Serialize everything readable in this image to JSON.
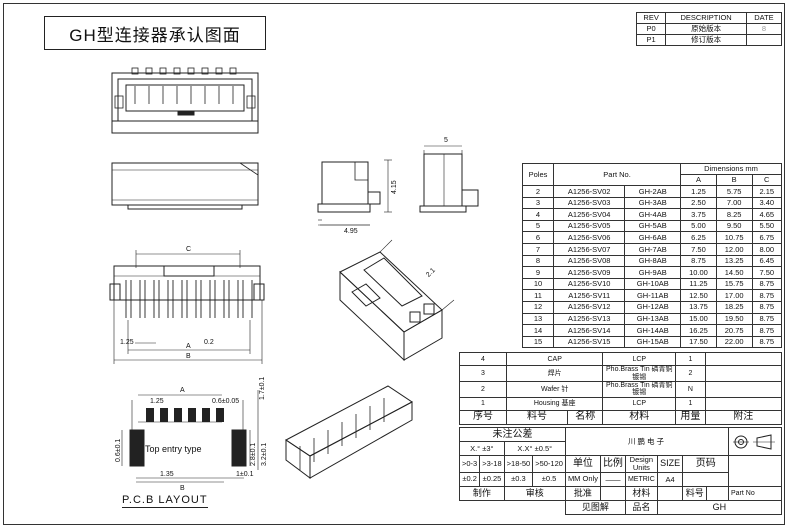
{
  "title": "GH型连接器承认图面",
  "revision": {
    "headers": [
      "REV",
      "DESCRIPTION",
      "DATE"
    ],
    "rows": [
      {
        "rev": "P0",
        "desc": "原始版本",
        "date": "8"
      },
      {
        "rev": "P1",
        "desc": "修订版本",
        "date": ""
      }
    ]
  },
  "dims_table": {
    "headers": {
      "poles": "Poles",
      "part": "Part No.",
      "dims": "Dimensions mm",
      "a": "A",
      "b": "B",
      "c": "C"
    },
    "rows": [
      {
        "poles": "2",
        "part": "A1256-SV02",
        "gh": "GH-2AB",
        "a": "1.25",
        "b": "5.75",
        "c": "2.15"
      },
      {
        "poles": "3",
        "part": "A1256-SV03",
        "gh": "GH-3AB",
        "a": "2.50",
        "b": "7.00",
        "c": "3.40"
      },
      {
        "poles": "4",
        "part": "A1256-SV04",
        "gh": "GH-4AB",
        "a": "3.75",
        "b": "8.25",
        "c": "4.65"
      },
      {
        "poles": "5",
        "part": "A1256-SV05",
        "gh": "GH-5AB",
        "a": "5.00",
        "b": "9.50",
        "c": "5.50"
      },
      {
        "poles": "6",
        "part": "A1256-SV06",
        "gh": "GH-6AB",
        "a": "6.25",
        "b": "10.75",
        "c": "6.75"
      },
      {
        "poles": "7",
        "part": "A1256-SV07",
        "gh": "GH-7AB",
        "a": "7.50",
        "b": "12.00",
        "c": "8.00"
      },
      {
        "poles": "8",
        "part": "A1256-SV08",
        "gh": "GH-8AB",
        "a": "8.75",
        "b": "13.25",
        "c": "6.45"
      },
      {
        "poles": "9",
        "part": "A1256-SV09",
        "gh": "GH-9AB",
        "a": "10.00",
        "b": "14.50",
        "c": "7.50"
      },
      {
        "poles": "10",
        "part": "A1256-SV10",
        "gh": "GH-10AB",
        "a": "11.25",
        "b": "15.75",
        "c": "8.75"
      },
      {
        "poles": "11",
        "part": "A1256-SV11",
        "gh": "GH-11AB",
        "a": "12.50",
        "b": "17.00",
        "c": "8.75"
      },
      {
        "poles": "12",
        "part": "A1256-SV12",
        "gh": "GH-12AB",
        "a": "13.75",
        "b": "18.25",
        "c": "8.75"
      },
      {
        "poles": "13",
        "part": "A1256-SV13",
        "gh": "GH-13AB",
        "a": "15.00",
        "b": "19.50",
        "c": "8.75"
      },
      {
        "poles": "14",
        "part": "A1256-SV14",
        "gh": "GH-14AB",
        "a": "16.25",
        "b": "20.75",
        "c": "8.75"
      },
      {
        "poles": "15",
        "part": "A1256-SV15",
        "gh": "GH-15AB",
        "a": "17.50",
        "b": "22.00",
        "c": "8.75"
      }
    ]
  },
  "bom": {
    "rows": [
      {
        "no": "4",
        "part": "CAP",
        "material": "LCP",
        "qty": "1"
      },
      {
        "no": "3",
        "part": "焊片",
        "material": "Pho.Brass Tin 磷青铜镀锡",
        "qty": "2"
      },
      {
        "no": "2",
        "part": "Wafer 针",
        "material": "Pho.Brass Tin 磷青铜镀锡",
        "qty": "N"
      },
      {
        "no": "1",
        "part": "Housing 基座",
        "material": "LCP",
        "qty": "1"
      }
    ],
    "headers": {
      "no": "序号",
      "code": "料号",
      "name": "名称",
      "material": "材料",
      "qty": "用量",
      "note": "附注"
    }
  },
  "title_block": {
    "tolerance_label": "未注公差",
    "tol_x": "X.° ±3°",
    "tol_xx": "X.X° ±0.5°",
    "tol_ranges": [
      ">0-3",
      ">3-18",
      ">18-50",
      ">50-120"
    ],
    "tol_values": [
      "±0.2",
      "±0.25",
      "±0.3",
      "±0.5"
    ],
    "company": "川鹏电子",
    "unit_label": "单位",
    "unit_value": "MM Only",
    "scale_label": "比例",
    "scale_value": "——",
    "design_units_label": "Design Units",
    "design_units_value": "METRIC",
    "size_label": "SIZE",
    "size_value": "A4",
    "page_label": "页码",
    "roles": [
      "制作",
      "审核",
      "批准"
    ],
    "material_label": "材料",
    "material_no_label": "料号",
    "part_no_label": "Part No",
    "drawing_label": "见图解",
    "product_name_label": "品名",
    "product_name_value": "GH"
  },
  "drawing_labels": {
    "dim_c": "C",
    "dim_a": "A",
    "dim_b": "B",
    "pitch_125": "1.25",
    "pitch_02": "0.2",
    "dim_5": "5",
    "dim_415": "4.15",
    "dim_495": "4.95",
    "dim_21": "2.1",
    "pcb_125": "1.25",
    "pcb_a": "A",
    "pcb_06": "0.6±0.05",
    "pcb_17": "1.7±0.1",
    "pcb_06b": "0.6±0.1",
    "pcb_28": "2.8±0.1",
    "pcb_32": "3.2±0.1",
    "pcb_135": "1.35",
    "pcb_1": "1±0.1",
    "pcb_b": "B",
    "top_entry": "Top entry type",
    "pcb_layout": "P.C.B LAYOUT"
  }
}
